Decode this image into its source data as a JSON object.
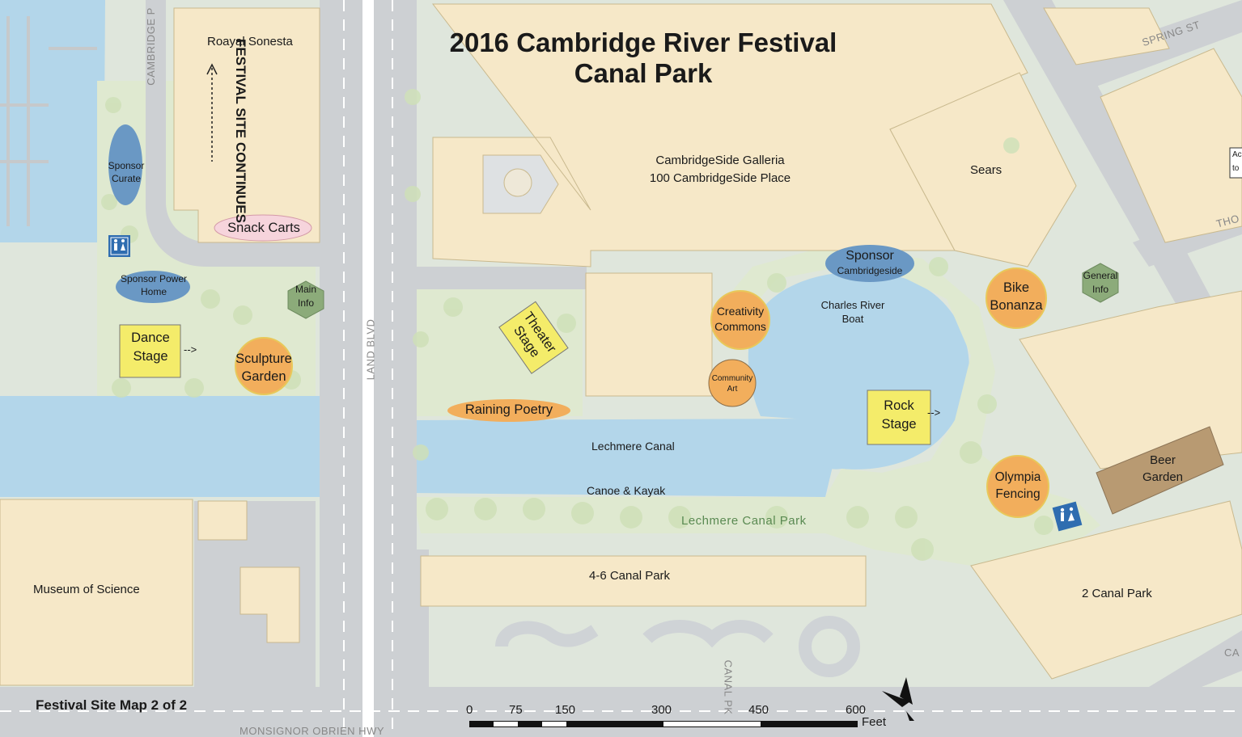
{
  "title": {
    "line1": "2016 Cambridge River Festival",
    "line2": "Canal Park"
  },
  "footer": {
    "map_number": "Festival Site Map 2 of 2"
  },
  "buildings": {
    "hotel": "Roayal Sonesta",
    "mall_name": "CambridgeSide Galleria",
    "mall_address": "100 CambridgeSide Place",
    "sears": "Sears",
    "museum": "Museum of Science",
    "canal_46": "4-6 Canal Park",
    "canal_2": "2 Canal Park"
  },
  "water": {
    "canal": "Lechmere Canal",
    "boat": "Charles River Boat",
    "canoe": "Canoe & Kayak"
  },
  "park": {
    "name": "Lechmere Canal Park"
  },
  "streets": {
    "cambridge_pkwy": "CAMBRIDGE P",
    "land_blvd": "LAND BLVD",
    "spring_st": "SPRING ST",
    "thorndike": "THO",
    "canal_pk": "CANAL PK",
    "obrien": "MONSIGNOR OBRIEN HWY",
    "edge_ca": "CA"
  },
  "notes": {
    "continues": "FESTIVAL SITE CONTINUES",
    "edge_box_1": "Ac",
    "edge_box_2": "to"
  },
  "venues": {
    "dance_stage": "Dance Stage",
    "theater_stage": "Theater Stage",
    "rock_stage": "Rock Stage",
    "snack_carts": "Snack Carts",
    "sculpture_garden": "Sculpture Garden",
    "raining_poetry": "Raining Poetry",
    "creativity_commons": "Creativity Commons",
    "community_art": "Community Art",
    "bike_bonanza": "Bike Bonanza",
    "olympia_fencing": "Olympia Fencing",
    "beer_garden": "Beer Garden",
    "main_info": "Main Info",
    "general_info": "General Info",
    "sponsor_curate": "Sponsor Curate",
    "sponsor_power_home": "Sponsor Power Home",
    "sponsor_cambridgeside_1": "Sponsor",
    "sponsor_cambridgeside_2": "Cambridgeside",
    "arrow": "-->"
  },
  "scale": {
    "ticks": [
      "0",
      "75",
      "150",
      "300",
      "450",
      "600"
    ],
    "unit": "Feet"
  },
  "colors": {
    "water": "#b3d6ea",
    "building": "#f6e8c8",
    "park": "#dfe9d0",
    "road": "#cdd0d3",
    "stage_yellow": "#f4ec6a",
    "orange_marker": "#f2ae5c",
    "sponsor_blue": "#6a98c4",
    "info_green": "#8cab7a",
    "beer_brown": "#b89a72",
    "snack_pink": "#f6d4dc"
  }
}
